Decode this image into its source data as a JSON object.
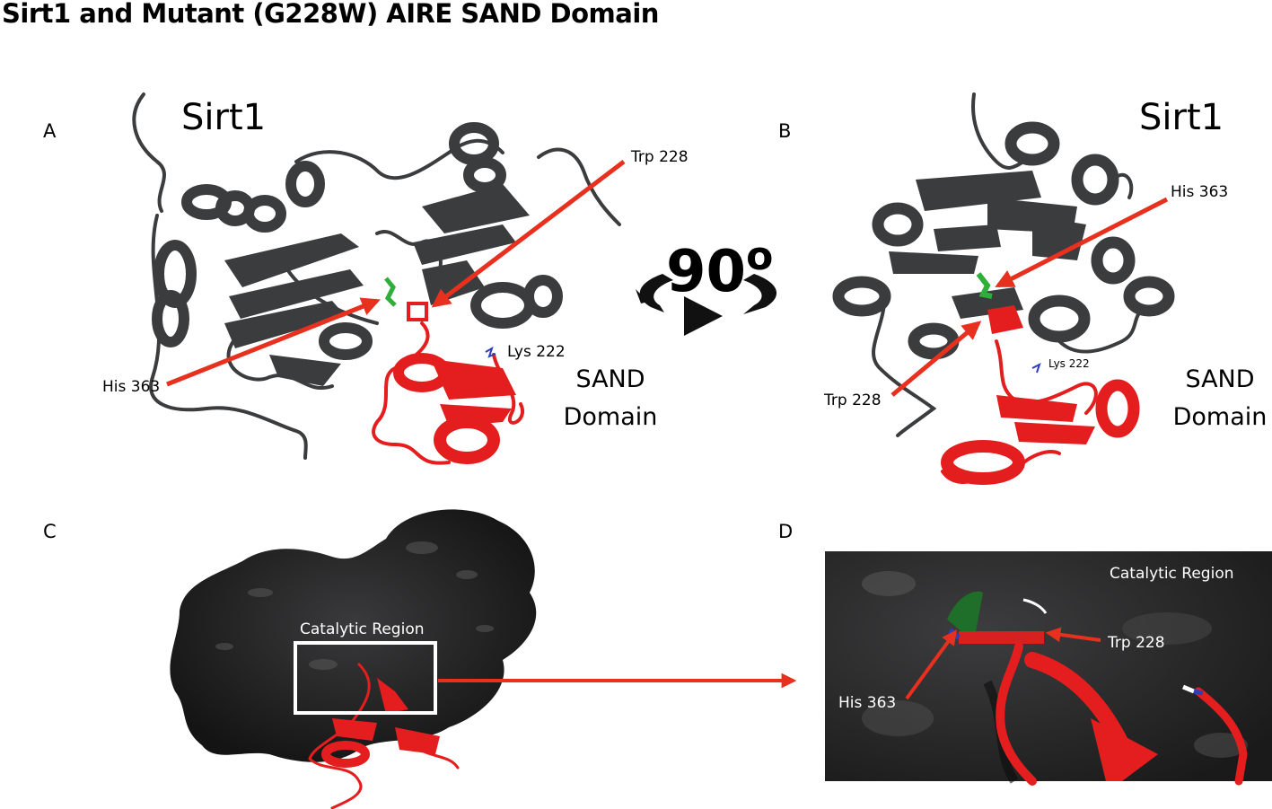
{
  "title": "Sirt1 and Mutant (G228W) AIRE SAND Domain",
  "panels": {
    "A": {
      "letter": "A",
      "protein": "Sirt1",
      "labels": {
        "trp": "Trp 228",
        "his": "His 363",
        "lys": "Lys 222"
      },
      "domain_line1": "SAND",
      "domain_line2": "Domain"
    },
    "B": {
      "letter": "B",
      "protein": "Sirt1",
      "labels": {
        "his": "His 363",
        "trp": "Trp 228",
        "lys": "Lys 222"
      },
      "domain_line1": "SAND",
      "domain_line2": "Domain"
    },
    "C": {
      "letter": "C",
      "region": "Catalytic Region"
    },
    "D": {
      "letter": "D",
      "region": "Catalytic Region",
      "labels": {
        "trp": "Trp 228",
        "his": "His 363"
      }
    }
  },
  "rotation": {
    "value": "90",
    "unit": "o"
  },
  "colors": {
    "protein": "#3b3c3e",
    "sand_domain": "#e41e1e",
    "arrow": "#e8301f",
    "his_residue": "#2fae3a",
    "nitrogen": "#2b3fbf",
    "surface": "#1b1b1b"
  },
  "icons": [
    "rotate-arrows-icon",
    "play-triangle-icon"
  ]
}
